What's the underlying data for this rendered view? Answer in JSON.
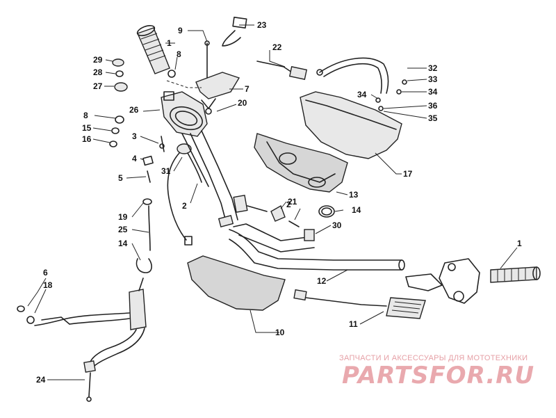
{
  "diagram": {
    "callouts": [
      {
        "id": "c1a",
        "text": "1"
      },
      {
        "id": "c1b",
        "text": "1"
      },
      {
        "id": "c2a",
        "text": "2"
      },
      {
        "id": "c2b",
        "text": "2"
      },
      {
        "id": "c3",
        "text": "3"
      },
      {
        "id": "c4",
        "text": "4"
      },
      {
        "id": "c5",
        "text": "5"
      },
      {
        "id": "c6",
        "text": "6"
      },
      {
        "id": "c7",
        "text": "7"
      },
      {
        "id": "c8a",
        "text": "8"
      },
      {
        "id": "c8b",
        "text": "8"
      },
      {
        "id": "c9",
        "text": "9"
      },
      {
        "id": "c10",
        "text": "10"
      },
      {
        "id": "c11",
        "text": "11"
      },
      {
        "id": "c12",
        "text": "12"
      },
      {
        "id": "c13",
        "text": "13"
      },
      {
        "id": "c14a",
        "text": "14"
      },
      {
        "id": "c14b",
        "text": "14"
      },
      {
        "id": "c15",
        "text": "15"
      },
      {
        "id": "c16",
        "text": "16"
      },
      {
        "id": "c17",
        "text": "17"
      },
      {
        "id": "c18",
        "text": "18"
      },
      {
        "id": "c19",
        "text": "19"
      },
      {
        "id": "c20",
        "text": "20"
      },
      {
        "id": "c21",
        "text": "21"
      },
      {
        "id": "c22",
        "text": "22"
      },
      {
        "id": "c23",
        "text": "23"
      },
      {
        "id": "c24",
        "text": "24"
      },
      {
        "id": "c25",
        "text": "25"
      },
      {
        "id": "c26",
        "text": "26"
      },
      {
        "id": "c27",
        "text": "27"
      },
      {
        "id": "c28",
        "text": "28"
      },
      {
        "id": "c29",
        "text": "29"
      },
      {
        "id": "c30",
        "text": "30"
      },
      {
        "id": "c31",
        "text": "31"
      },
      {
        "id": "c32",
        "text": "32"
      },
      {
        "id": "c33",
        "text": "33"
      },
      {
        "id": "c34a",
        "text": "34"
      },
      {
        "id": "c34b",
        "text": "34"
      },
      {
        "id": "c35",
        "text": "35"
      },
      {
        "id": "c36",
        "text": "36"
      }
    ]
  },
  "watermark": {
    "tagline": "ЗАПЧАСТИ И АКСЕССУАРЫ ДЛЯ МОТОТЕХНИКИ",
    "logo": "PARTSFOR.RU"
  }
}
